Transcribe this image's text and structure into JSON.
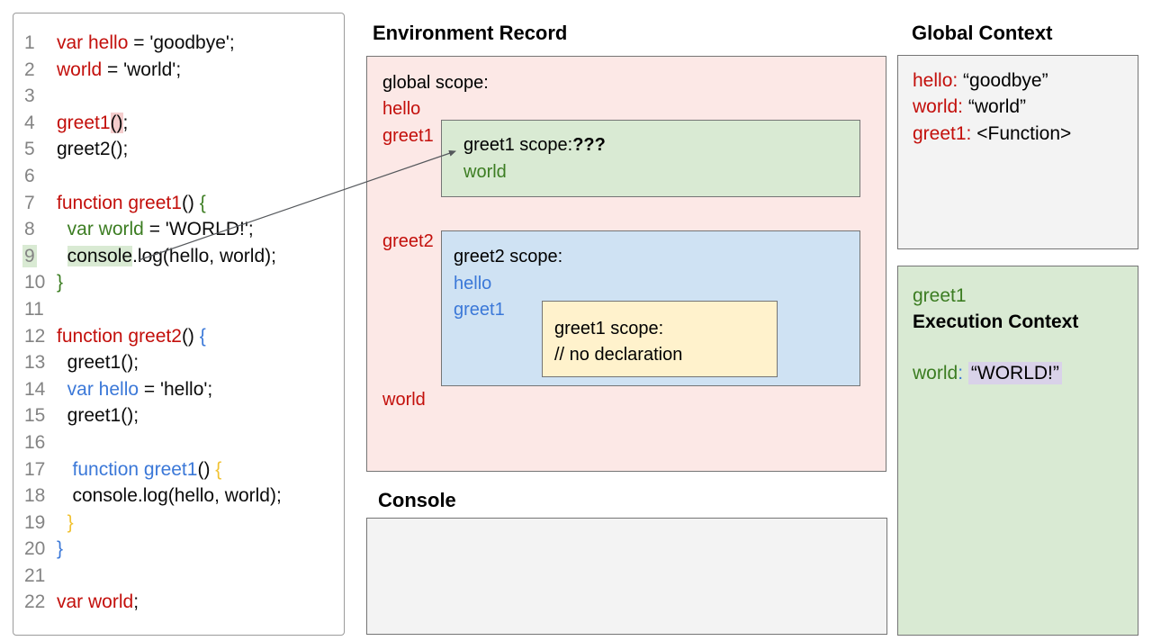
{
  "palette": {
    "pink_bg": "#fce8e6",
    "green_bg": "#d9ead3",
    "blue_bg": "#cfe2f3",
    "yellow_bg": "#fff2cc",
    "gray_bg": "#f3f3f3",
    "lavender_highlight": "#d9d2e9",
    "pink_highlight": "#f4cccc",
    "red_text": "#c30f0b",
    "green_text": "#3c7d22",
    "blue_text": "#3b78d8",
    "yellow_text": "#f1c232"
  },
  "code": {
    "lines": [
      {
        "n": "1",
        "segs": [
          {
            "t": "var hello",
            "c": "red"
          },
          {
            "t": " = 'goodbye';",
            "c": "blk"
          }
        ]
      },
      {
        "n": "2",
        "segs": [
          {
            "t": "world",
            "c": "red"
          },
          {
            "t": " = 'world';",
            "c": "blk"
          }
        ]
      },
      {
        "n": "3",
        "segs": []
      },
      {
        "n": "4",
        "segs": [
          {
            "t": "greet1",
            "c": "red"
          },
          {
            "t": "()",
            "c": "blk",
            "hl": "pink"
          },
          {
            "t": ";",
            "c": "blk"
          }
        ]
      },
      {
        "n": "5",
        "segs": [
          {
            "t": "greet2();",
            "c": "blk"
          }
        ]
      },
      {
        "n": "6",
        "segs": []
      },
      {
        "n": "7",
        "segs": [
          {
            "t": "function greet1",
            "c": "red"
          },
          {
            "t": "() ",
            "c": "blk"
          },
          {
            "t": "{",
            "c": "grn"
          }
        ]
      },
      {
        "n": "8",
        "segs": [
          {
            "t": "  ",
            "c": "blk"
          },
          {
            "t": "var world",
            "c": "grn"
          },
          {
            "t": " = 'WORLD!';",
            "c": "blk"
          }
        ]
      },
      {
        "n": "9",
        "numHl": "grn",
        "segs": [
          {
            "t": "  ",
            "c": "blk"
          },
          {
            "t": "console",
            "c": "blk",
            "hl": "grn"
          },
          {
            "t": ".log(hello, world);",
            "c": "blk"
          }
        ]
      },
      {
        "n": "10",
        "segs": [
          {
            "t": "}",
            "c": "grn"
          }
        ]
      },
      {
        "n": "11",
        "segs": []
      },
      {
        "n": "12",
        "segs": [
          {
            "t": "function greet2",
            "c": "red"
          },
          {
            "t": "() ",
            "c": "blk"
          },
          {
            "t": "{",
            "c": "blu"
          }
        ]
      },
      {
        "n": "13",
        "segs": [
          {
            "t": "  greet1();",
            "c": "blk"
          }
        ]
      },
      {
        "n": "14",
        "segs": [
          {
            "t": "  ",
            "c": "blk"
          },
          {
            "t": "var hello",
            "c": "blu"
          },
          {
            "t": " = 'hello';",
            "c": "blk"
          }
        ]
      },
      {
        "n": "15",
        "segs": [
          {
            "t": "  greet1();",
            "c": "blk"
          }
        ]
      },
      {
        "n": "16",
        "segs": []
      },
      {
        "n": "17",
        "segs": [
          {
            "t": "   ",
            "c": "blk"
          },
          {
            "t": "function greet1",
            "c": "blu"
          },
          {
            "t": "() ",
            "c": "blk"
          },
          {
            "t": "{",
            "c": "yel"
          }
        ]
      },
      {
        "n": "18",
        "segs": [
          {
            "t": "   console.log(hello, world);",
            "c": "blk"
          }
        ]
      },
      {
        "n": "19",
        "segs": [
          {
            "t": "  ",
            "c": "blk"
          },
          {
            "t": "}",
            "c": "yel"
          }
        ]
      },
      {
        "n": "20",
        "segs": [
          {
            "t": "}",
            "c": "blu"
          }
        ]
      },
      {
        "n": "21",
        "segs": []
      },
      {
        "n": "22",
        "segs": [
          {
            "t": "var world",
            "c": "red"
          },
          {
            "t": ";",
            "c": "blk"
          }
        ]
      }
    ]
  },
  "env": {
    "title": "Environment Record",
    "global_scope_label": "global scope:",
    "var_hello": "hello",
    "var_greet1": "greet1",
    "var_greet2": "greet2",
    "var_world": "world",
    "greet1_scope": {
      "title": "greet1 scope:",
      "unknown": "???",
      "var_world": "world"
    },
    "greet2_scope": {
      "title": "greet2 scope:",
      "var_hello": "hello",
      "var_greet1": "greet1",
      "inner_greet1_scope": {
        "title": "greet1 scope:",
        "comment": "// no declaration"
      }
    }
  },
  "console_panel": {
    "title": "Console"
  },
  "global_ctx": {
    "title": "Global Context",
    "rows": [
      {
        "k": "hello:",
        "v": " “goodbye”"
      },
      {
        "k": "world:",
        "v": " “world”"
      },
      {
        "k": "greet1:",
        "v": " <Function>"
      }
    ]
  },
  "exec_ctx": {
    "fn": "greet1",
    "title": "Execution Context",
    "var_name": "world",
    "colon": ":",
    "value": "“WORLD!”"
  }
}
